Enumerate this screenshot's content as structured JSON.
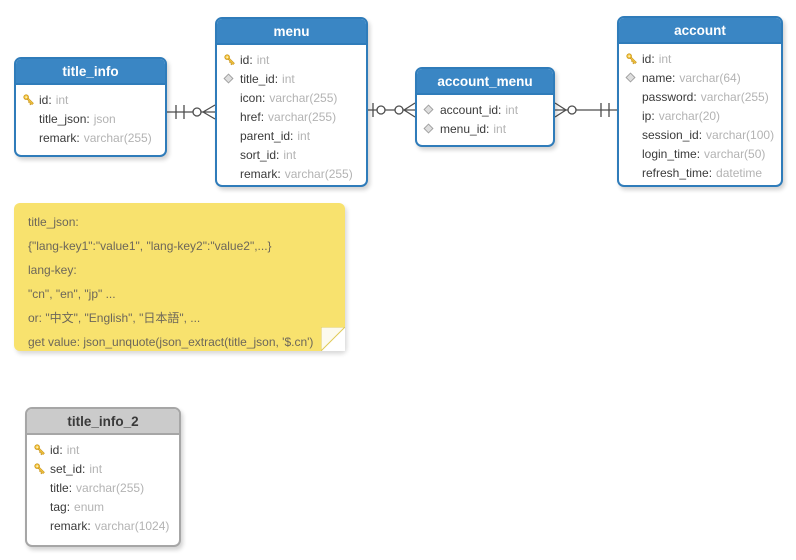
{
  "colors": {
    "table_header_blue": "#3a86c4",
    "table_border_blue": "#2f7cba",
    "table_header_gray": "#cbcbcb",
    "note_yellow": "#f8e26e",
    "key_icon_gold": "#f5c73d",
    "field_name": "#3a3a3a",
    "field_type": "#b3b3b3",
    "wire": "#4d4d4d"
  },
  "tables": [
    {
      "name": "title_info",
      "fields": [
        {
          "icon": "key",
          "name": "id",
          "type": "int"
        },
        {
          "icon": "none",
          "name": "title_json",
          "type": "json"
        },
        {
          "icon": "none",
          "name": "remark",
          "type": "varchar(255)"
        }
      ]
    },
    {
      "name": "menu",
      "fields": [
        {
          "icon": "key",
          "name": "id",
          "type": "int"
        },
        {
          "icon": "diamond",
          "name": "title_id",
          "type": "int"
        },
        {
          "icon": "none",
          "name": "icon",
          "type": "varchar(255)"
        },
        {
          "icon": "none",
          "name": "href",
          "type": "varchar(255)"
        },
        {
          "icon": "none",
          "name": "parent_id",
          "type": "int"
        },
        {
          "icon": "none",
          "name": "sort_id",
          "type": "int"
        },
        {
          "icon": "none",
          "name": "remark",
          "type": "varchar(255)"
        }
      ]
    },
    {
      "name": "account_menu",
      "fields": [
        {
          "icon": "diamond",
          "name": "account_id",
          "type": "int"
        },
        {
          "icon": "diamond",
          "name": "menu_id",
          "type": "int"
        }
      ]
    },
    {
      "name": "account",
      "fields": [
        {
          "icon": "key",
          "name": "id",
          "type": "int"
        },
        {
          "icon": "diamond",
          "name": "name",
          "type": "varchar(64)"
        },
        {
          "icon": "none",
          "name": "password",
          "type": "varchar(255)"
        },
        {
          "icon": "none",
          "name": "ip",
          "type": "varchar(20)"
        },
        {
          "icon": "none",
          "name": "session_id",
          "type": "varchar(100)"
        },
        {
          "icon": "none",
          "name": "login_time",
          "type": "varchar(50)"
        },
        {
          "icon": "none",
          "name": "refresh_time",
          "type": "datetime"
        }
      ]
    },
    {
      "name": "title_info_2",
      "fields": [
        {
          "icon": "key",
          "name": "id",
          "type": "int"
        },
        {
          "icon": "key",
          "name": "set_id",
          "type": "int"
        },
        {
          "icon": "none",
          "name": "title",
          "type": "varchar(255)"
        },
        {
          "icon": "none",
          "name": "tag",
          "type": "enum"
        },
        {
          "icon": "none",
          "name": "remark",
          "type": "varchar(1024)"
        }
      ]
    }
  ],
  "note": {
    "lines": [
      "title_json:",
      "{\"lang-key1\":\"value1\", \"lang-key2\":\"value2\",...}",
      "lang-key:",
      "\"cn\", \"en\", \"jp\" ...",
      "or: \"中文\", \"English\", \"日本語\", ...",
      "get value: json_unquote(json_extract(title_json, '$.cn')"
    ]
  },
  "connectors": [
    {
      "from": "title_info",
      "to": "menu",
      "from_cardinality": "one-and-only-one",
      "to_cardinality": "zero-or-many"
    },
    {
      "from": "menu",
      "to": "account_menu",
      "from_cardinality": "zero-or-one",
      "to_cardinality": "zero-or-many"
    },
    {
      "from": "account_menu",
      "to": "account",
      "from_cardinality": "zero-or-many",
      "to_cardinality": "one-and-only-one"
    }
  ]
}
